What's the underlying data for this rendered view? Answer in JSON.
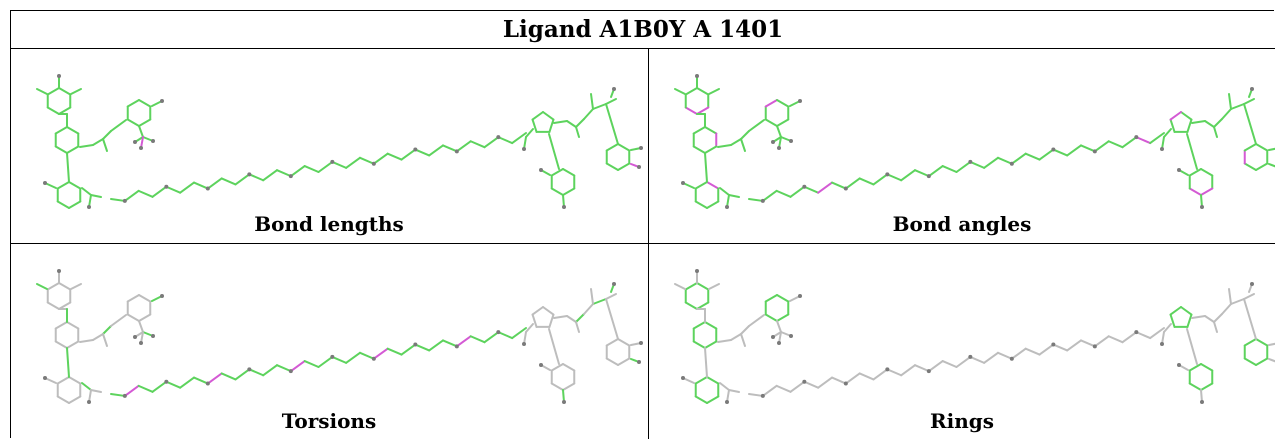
{
  "title": "Ligand A1B0Y A 1401",
  "panels": [
    {
      "caption": "Bond lengths"
    },
    {
      "caption": "Bond angles"
    },
    {
      "caption": "Torsions"
    },
    {
      "caption": "Rings"
    }
  ],
  "colors": {
    "ok": "#5dd35d",
    "outlier": "#d45ad4",
    "neutral": "#bdbdbd",
    "atom": "#7a7a7a"
  }
}
